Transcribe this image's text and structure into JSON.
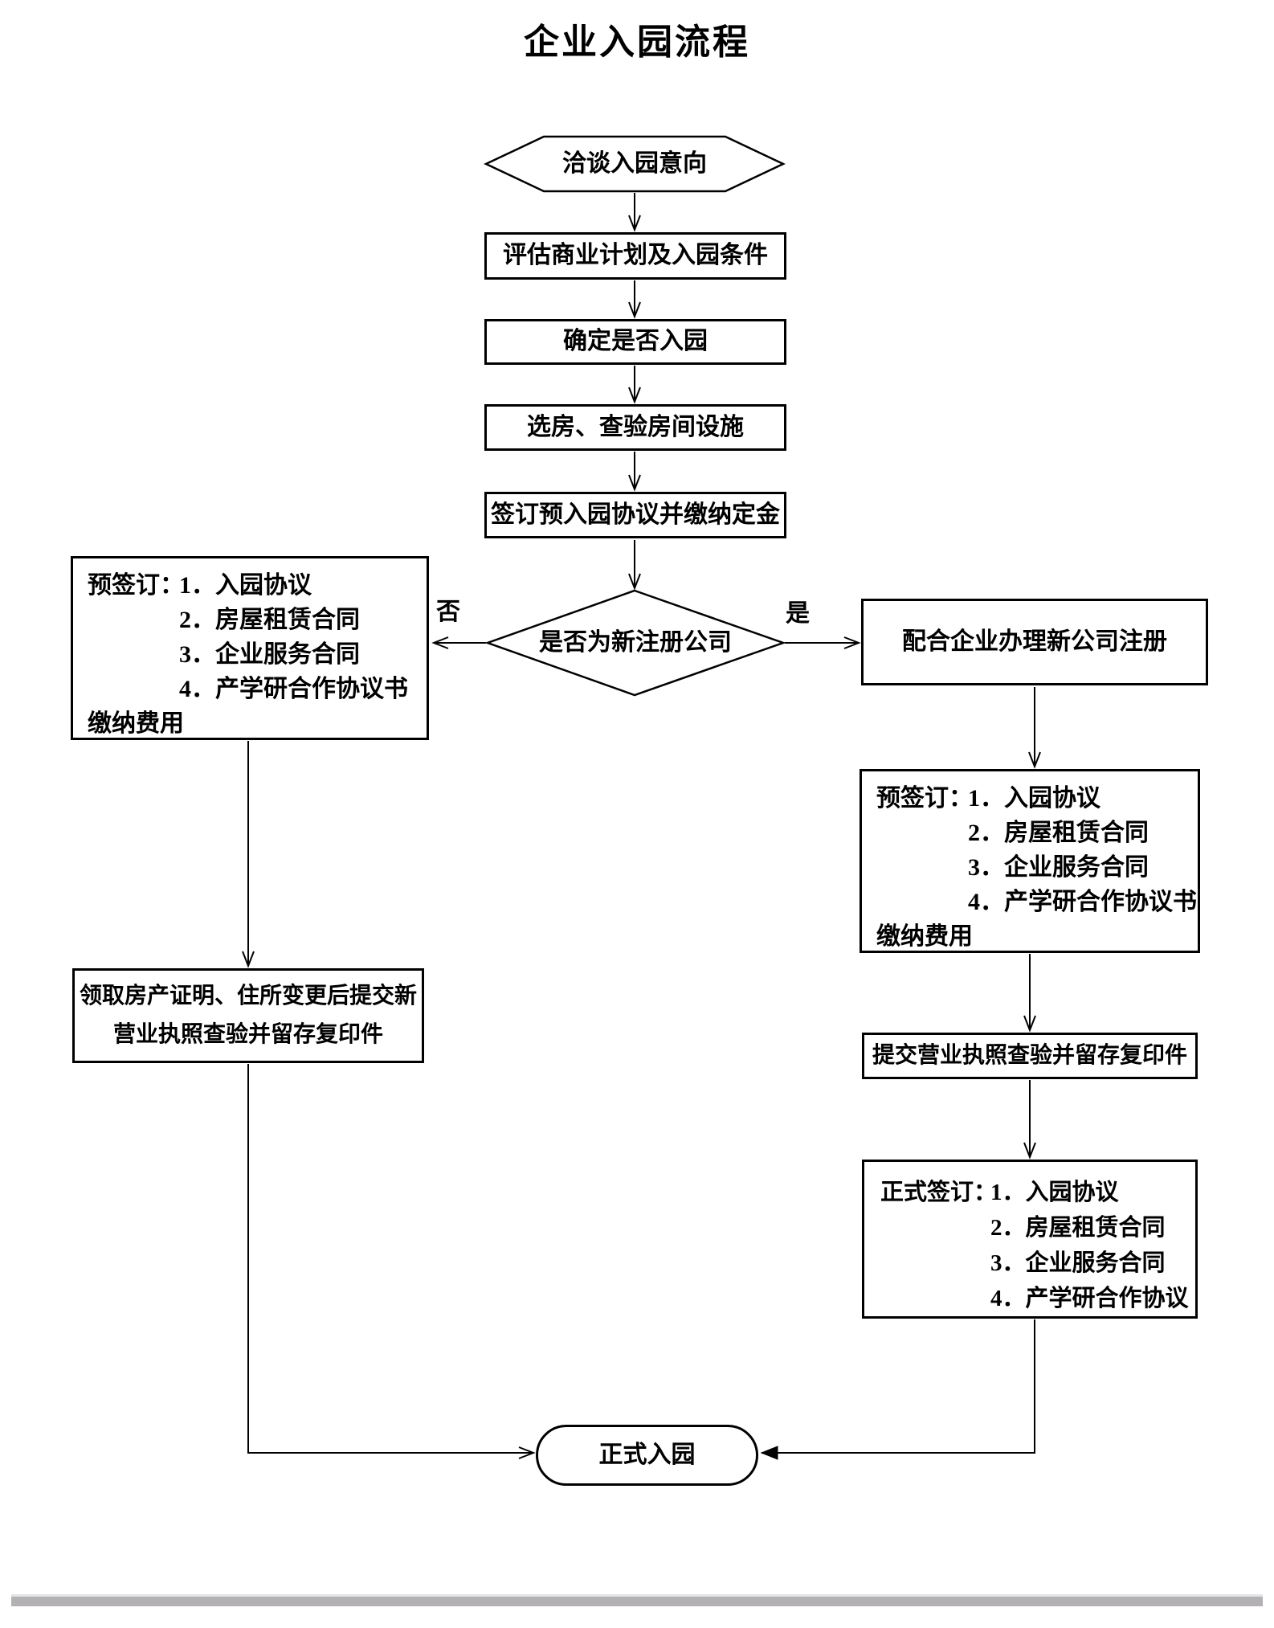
{
  "title": "企业入园流程",
  "colors": {
    "line": "#000000",
    "footer_bar": "#b3b1b4",
    "footer_bar_highlight": "#e4e3e6"
  },
  "flow": {
    "start": "洽谈入园意向",
    "steps": [
      "评估商业计划及入园条件",
      "确定是否入园",
      "选房、查验房间设施",
      "签订预入园协议并缴纳定金"
    ],
    "decision": "是否为新注册公司",
    "branch_no": "否",
    "branch_yes": "是",
    "left": {
      "presign_label": "预签订：",
      "presign_items": [
        "1．入园协议",
        "2．房屋租赁合同",
        "3．企业服务合同",
        "4．产学研合作协议书"
      ],
      "presign_footer": "缴纳费用",
      "license_line1": "领取房产证明、住所变更后提交新",
      "license_line2": "营业执照查验并留存复印件"
    },
    "right": {
      "register": "配合企业办理新公司注册",
      "presign_label": "预签订：",
      "presign_items": [
        "1．入园协议",
        "2．房屋租赁合同",
        "3．企业服务合同",
        "4．产学研合作协议书"
      ],
      "presign_footer": "缴纳费用",
      "submit": "提交营业执照查验并留存复印件",
      "formal_label": "正式签订：",
      "formal_items": [
        "1．入园协议",
        "2．房屋租赁合同",
        "3．企业服务合同",
        "4．产学研合作协议"
      ]
    },
    "end": "正式入园"
  }
}
